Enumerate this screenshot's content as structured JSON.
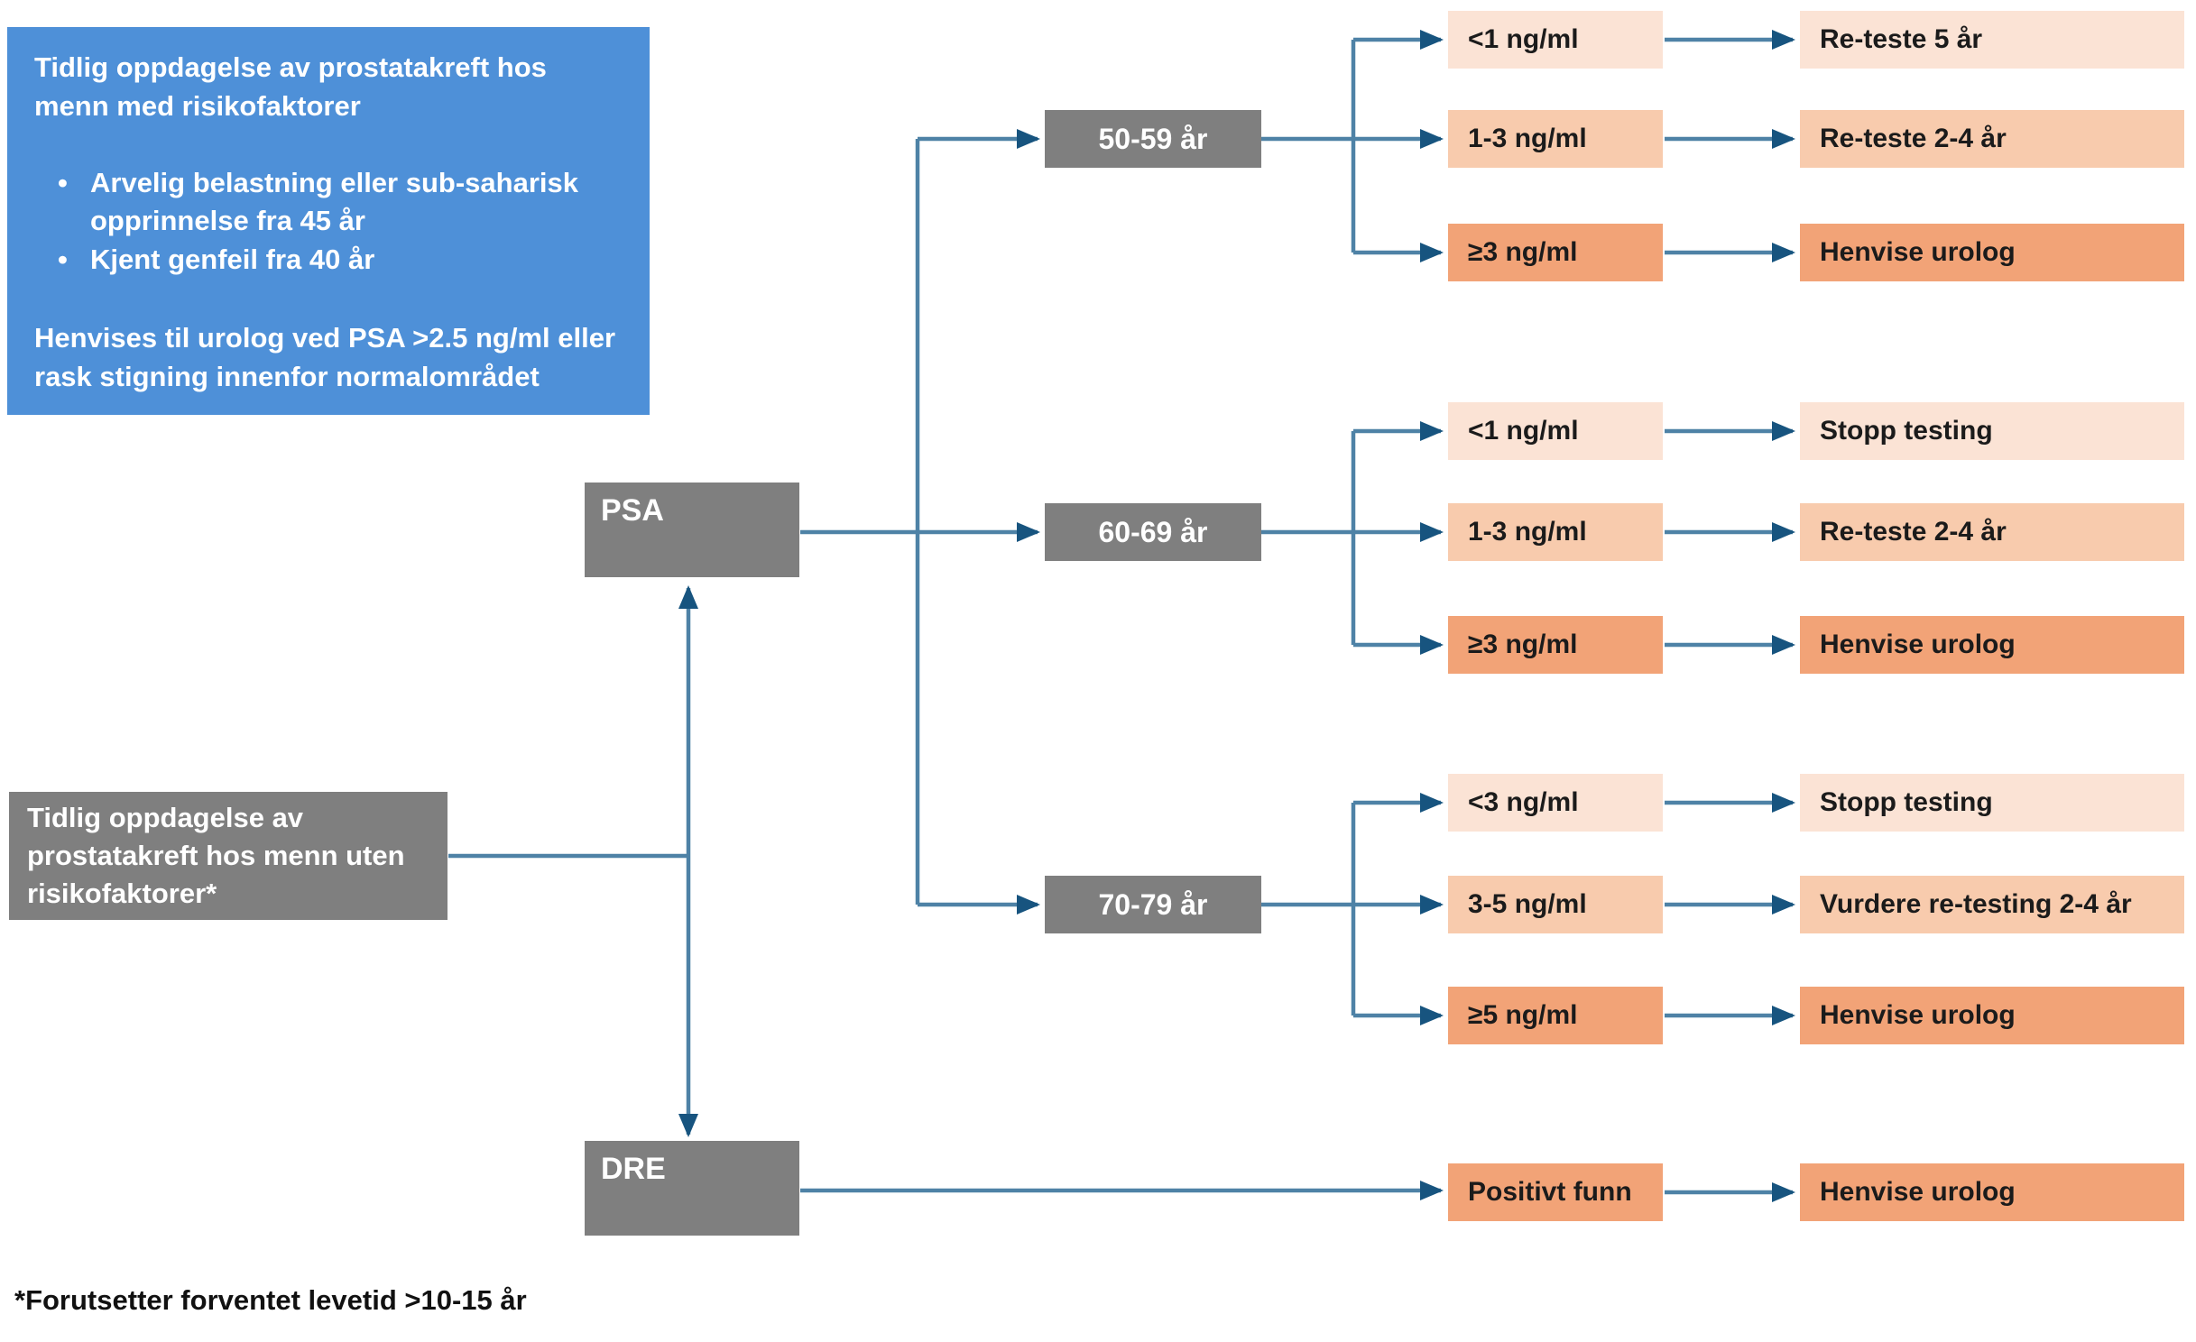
{
  "colors": {
    "accent_blue": "#4E90D8",
    "box_gray": "#7F7F7F",
    "peach_light": "#FBE3D5",
    "peach_medium": "#F8CBAD",
    "peach_dark": "#F2A377",
    "line_color": "#4E82A6",
    "arrow_color": "#17547F",
    "text_dark": "#1B1B1B"
  },
  "info_box": {
    "title": "Tidlig oppdagelse av prostatakreft hos menn med risikofaktorer",
    "bullets": [
      "Arvelig belastning eller sub-saharisk opprinnelse  fra 45 år",
      "Kjent genfeil fra 40 år"
    ],
    "note": "Henvises til urolog ved PSA >2.5 ng/ml eller rask stigning innenfor normalområdet"
  },
  "root_box": {
    "label": "Tidlig oppdagelse av prostatakreft hos menn uten risikofaktorer*"
  },
  "tests": {
    "psa": "PSA",
    "dre": "DRE"
  },
  "age_groups": [
    {
      "label": "50-59 år",
      "rows": [
        {
          "value": "<1 ng/ml",
          "action": "Re-teste 5 år",
          "level": "light"
        },
        {
          "value": "1-3 ng/ml",
          "action": "Re-teste 2-4 år",
          "level": "medium"
        },
        {
          "value": "≥3 ng/ml",
          "action": "Henvise urolog",
          "level": "dark"
        }
      ]
    },
    {
      "label": "60-69 år",
      "rows": [
        {
          "value": "<1 ng/ml",
          "action": "Stopp testing",
          "level": "light"
        },
        {
          "value": "1-3 ng/ml",
          "action": "Re-teste 2-4 år",
          "level": "medium"
        },
        {
          "value": "≥3 ng/ml",
          "action": "Henvise urolog",
          "level": "dark"
        }
      ]
    },
    {
      "label": "70-79 år",
      "rows": [
        {
          "value": "<3 ng/ml",
          "action": "Stopp testing",
          "level": "light"
        },
        {
          "value": "3-5 ng/ml",
          "action": "Vurdere re-testing 2-4 år",
          "level": "medium"
        },
        {
          "value": "≥5 ng/ml",
          "action": "Henvise urolog",
          "level": "dark"
        }
      ]
    }
  ],
  "dre_row": {
    "value": "Positivt funn",
    "action": "Henvise urolog",
    "level": "dark"
  },
  "footnote": "*Forutsetter forventet levetid >10-15 år"
}
